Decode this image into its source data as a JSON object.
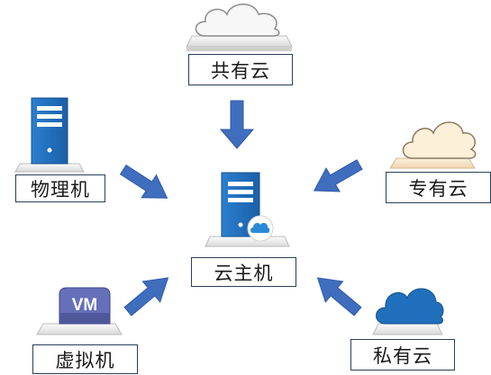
{
  "nodes": {
    "public_cloud": "共有云",
    "physical": "物理机",
    "dedicated_cloud": "专有云",
    "cloud_host": "云主机",
    "vm": "虚拟机",
    "private_cloud": "私有云"
  },
  "vm_badge": "VM",
  "colors": {
    "server_blue": "#1f6fbd",
    "arrow_blue": "#3f6ebf",
    "cloud_grey": "#f7f7f7",
    "cloud_beige": "#fdf0d8",
    "cloud_blue": "#1f6fbd",
    "vm_purple": "#6670b8"
  }
}
